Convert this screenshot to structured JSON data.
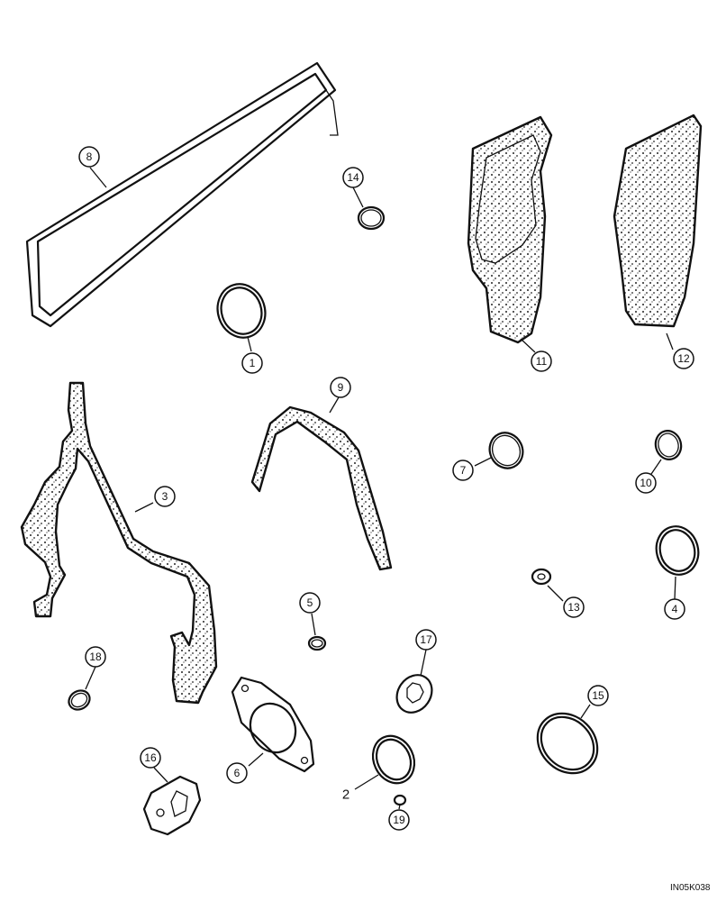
{
  "callouts": {
    "c1": "1",
    "c2": "2",
    "c3": "3",
    "c4": "4",
    "c5": "5",
    "c6": "6",
    "c7": "7",
    "c8": "8",
    "c9": "9",
    "c10": "10",
    "c11": "11",
    "c12": "12",
    "c13": "13",
    "c14": "14",
    "c15": "15",
    "c16": "16",
    "c17": "17",
    "c18": "18",
    "c19": "19"
  },
  "figure_code": "IN05K038"
}
